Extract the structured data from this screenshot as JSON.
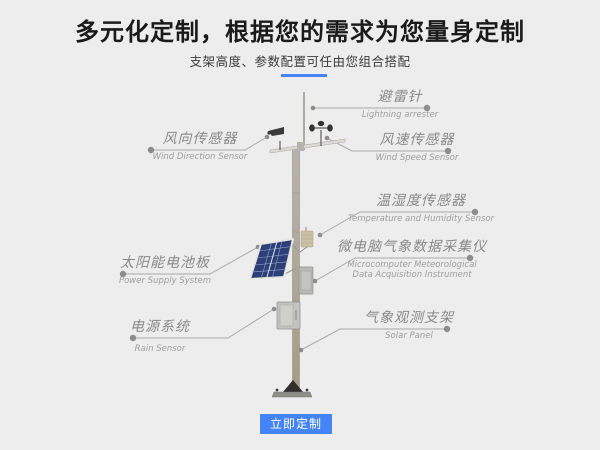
{
  "header": {
    "title": "多元化定制，根据您的需求为您量身定制",
    "subtitle": "支架高度、参数配置可任由您组合搭配"
  },
  "diagram": {
    "labels": [
      {
        "id": "wind-direction",
        "zh": "风向传感器",
        "en": "Wind Direction Sensor",
        "side": "left"
      },
      {
        "id": "lightning-arrester",
        "zh": "避雷针",
        "en": "Lightning arrester",
        "side": "right"
      },
      {
        "id": "wind-speed",
        "zh": "风速传感器",
        "en": "Wind Speed Sensor",
        "side": "right"
      },
      {
        "id": "temperature-humidity",
        "zh": "温湿度传感器",
        "en": "Temperature and Humidity Sensor",
        "side": "right"
      },
      {
        "id": "datalogger",
        "zh": "微电脑气象数据采集仪",
        "en": "Microcomputer Meteorological Data Acquisition Instrument",
        "side": "right"
      },
      {
        "id": "solar-panel",
        "zh": "太阳能电池板",
        "en": "Power Supply System",
        "side": "left"
      },
      {
        "id": "power-system",
        "zh": "电源系统",
        "en": "Rain Sensor",
        "side": "left"
      },
      {
        "id": "observation-bracket",
        "zh": "气象观测支架",
        "en": "Solar Panel",
        "side": "right"
      }
    ]
  },
  "cta": {
    "label": "立即定制"
  },
  "colors": {
    "accent": "#4584f4",
    "background": "#ededed",
    "title_text": "#1b1b1b",
    "label_text": "#8a8a8a",
    "label_text_en": "#9e9e9e",
    "line": "#a9a9a9",
    "solar_cell": "#2c3f77"
  }
}
